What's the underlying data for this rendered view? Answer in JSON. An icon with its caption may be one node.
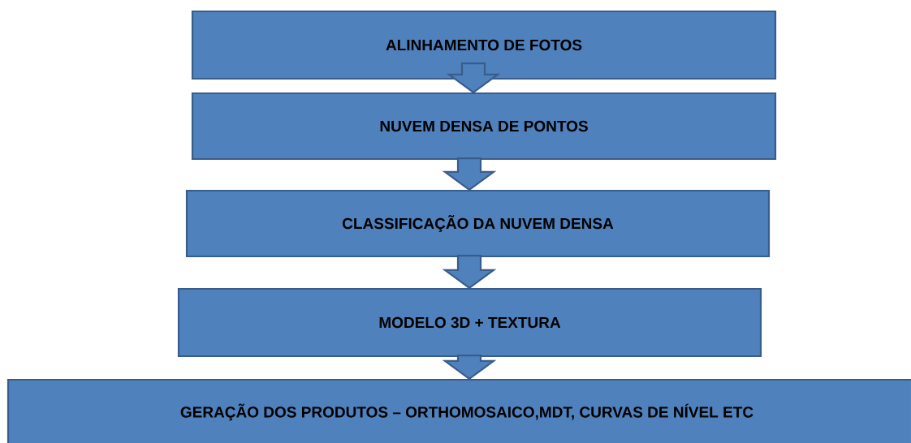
{
  "diagram": {
    "nodes": [
      {
        "text": [
          "ALINHAMENTO DE FOTOS"
        ]
      },
      {
        "text": [
          "NUVEM DENSA DE PONTOS"
        ]
      },
      {
        "text": [
          "CLASSIFICAÇÃO DA NUVEM DENSA"
        ]
      },
      {
        "text": [
          "MODELO 3D + TEXTURA"
        ]
      },
      {
        "text": [
          "GERAÇÃO DOS PRODUTOS – ORTHOMOSAICO,MDT, CURVAS DE NÍVEL ETC"
        ]
      }
    ],
    "edges": [
      {
        "from": 0,
        "to": 1,
        "arrow": "to"
      },
      {
        "from": 1,
        "to": 2,
        "arrow": "to"
      },
      {
        "from": 2,
        "to": 3,
        "arrow": "to"
      },
      {
        "from": 3,
        "to": 4,
        "arrow": "to"
      }
    ]
  }
}
